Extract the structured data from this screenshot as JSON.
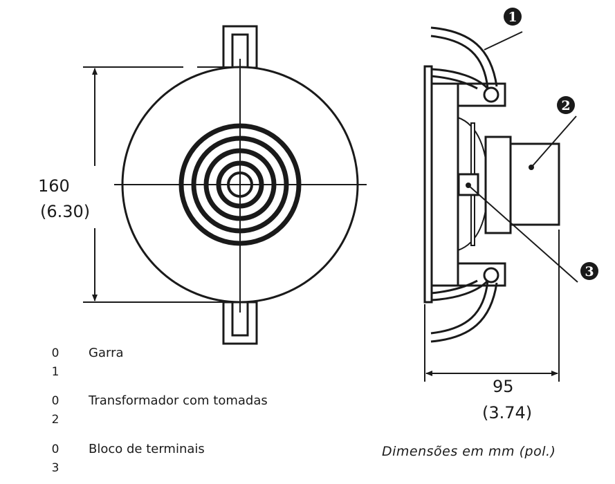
{
  "front_view": {
    "height_mm": "160",
    "height_in": "(6.30)"
  },
  "side_view": {
    "depth_mm": "95",
    "depth_in": "(3.74)"
  },
  "callouts": [
    "1",
    "2",
    "3"
  ],
  "legend": [
    {
      "num_a": "0",
      "num_b": "1",
      "label": "Garra"
    },
    {
      "num_a": "0",
      "num_b": "2",
      "label": "Transformador com tomadas"
    },
    {
      "num_a": "0",
      "num_b": "3",
      "label": "Bloco de terminais"
    }
  ],
  "caption": "Dimensões em mm (pol.)"
}
